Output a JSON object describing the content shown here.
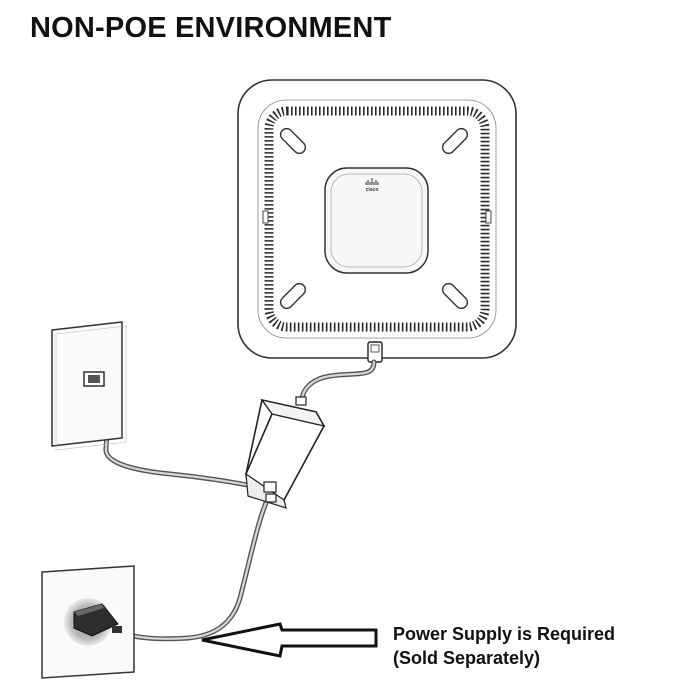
{
  "diagram": {
    "title": "NON-POE ENVIRONMENT",
    "device_logo_text": "cisco",
    "callout": {
      "line1": "Power Supply is Required",
      "line2": "(Sold Separately)"
    }
  }
}
